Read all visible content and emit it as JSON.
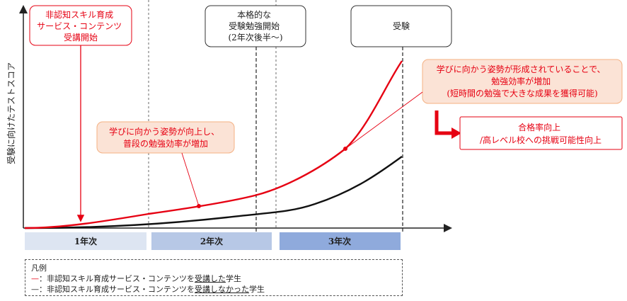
{
  "y_axis_label": "受験に向けたテストスコア",
  "callouts": {
    "start": [
      "非認知スキル育成",
      "サービス・コンテンツ",
      "受講開始"
    ],
    "honkaku": [
      "本格的な",
      "受験勉強開始",
      "(2年次後半〜)"
    ],
    "exam": "受験",
    "mid": [
      "学びに向かう姿勢が向上し、",
      "普段の勉強効率が増加"
    ],
    "late": [
      "学びに向かう姿勢が形成されていることで、",
      "勉強効率が増加",
      "(短時間の勉強で大きな成果を獲得可能)"
    ],
    "result": [
      "合格率向上",
      "/高レベル校への挑戦可能性向上"
    ]
  },
  "periods": [
    "1年次",
    "2年次",
    "3年次"
  ],
  "legend": {
    "title": "凡例",
    "red": {
      "dash": "—",
      "pre": "：非認知スキル育成サービス・コンテンツを",
      "underlined": "受講した",
      "post": "学生"
    },
    "black": {
      "dash": "—",
      "pre": "：非認知スキル育成サービス・コンテンツを",
      "underlined": "受講しなかった",
      "post": "学生"
    }
  },
  "colors": {
    "accent_red": "#e60012",
    "callout_fill": "#fbe3d6",
    "period1": "#dde5f2",
    "period2": "#b7c8e6",
    "period3": "#8faadc"
  }
}
